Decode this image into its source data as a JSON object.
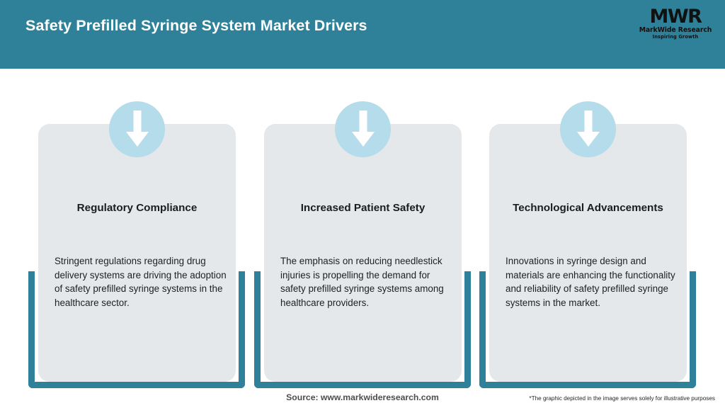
{
  "header": {
    "title": "Safety Prefilled Syringe System Market Drivers",
    "bg_color": "#2e8199",
    "title_color": "#ffffff"
  },
  "logo": {
    "mark": "MWR",
    "name": "MarkWide Research",
    "tagline": "Inspiring Growth"
  },
  "theme": {
    "accent": "#2e8199",
    "card_bg": "#e4e8ea",
    "circle_bg": "#b4dcea",
    "arrow_color": "#ffffff",
    "page_bg": "#ffffff"
  },
  "cards": [
    {
      "icon": "arrow-down-icon",
      "title": "Regulatory Compliance",
      "body": "Stringent regulations regarding drug delivery systems are driving the adoption of safety prefilled syringe systems in the healthcare sector."
    },
    {
      "icon": "arrow-down-icon",
      "title": "Increased Patient Safety",
      "body": "The emphasis on reducing needlestick injuries is propelling the demand for safety prefilled syringe systems among healthcare providers."
    },
    {
      "icon": "arrow-down-icon",
      "title": "Technological Advancements",
      "body": "Innovations in syringe design and materials are enhancing the functionality and reliability of safety prefilled syringe systems in the market."
    }
  ],
  "footer": {
    "source": "Source: www.markwideresearch.com",
    "disclaimer": "*The graphic depicted in the image serves solely for illustrative purposes"
  }
}
